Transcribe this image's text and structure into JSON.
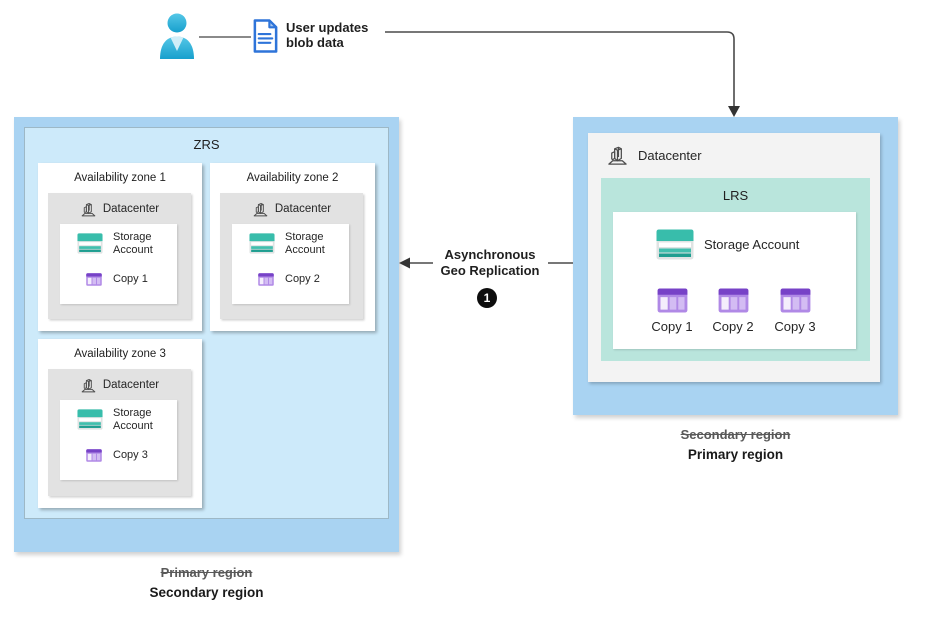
{
  "top_flow": {
    "user_icon": "person-icon",
    "doc_icon": "document-icon",
    "label_line1": "User updates",
    "label_line2": "blob data"
  },
  "left_region": {
    "group_label": "ZRS",
    "zones": [
      {
        "title": "Availability zone 1",
        "datacenter_label": "Datacenter",
        "storage_line1": "Storage",
        "storage_line2": "Account",
        "copy_label": "Copy 1"
      },
      {
        "title": "Availability zone 2",
        "datacenter_label": "Datacenter",
        "storage_line1": "Storage",
        "storage_line2": "Account",
        "copy_label": "Copy 2"
      },
      {
        "title": "Availability zone 3",
        "datacenter_label": "Datacenter",
        "storage_line1": "Storage",
        "storage_line2": "Account",
        "copy_label": "Copy 3"
      }
    ],
    "strikethrough_label": "Primary region",
    "label": "Secondary region"
  },
  "right_region": {
    "datacenter_label": "Datacenter",
    "group_label": "LRS",
    "storage_label": "Storage Account",
    "copies": [
      "Copy 1",
      "Copy 2",
      "Copy 3"
    ],
    "strikethrough_label": "Secondary region",
    "label": "Primary region"
  },
  "replication": {
    "label_line1": "Asynchronous",
    "label_line2": "Geo Replication",
    "step_number": "1"
  },
  "colors": {
    "region_blue": "#a9d3f2",
    "zrs_inner_blue": "#cdeafa",
    "lrs_teal": "#b9e5dc",
    "datacenter_gray": "#e2e2e2",
    "datacenter_light_gray": "#f3f3f3",
    "storage_teal": "#38bdab",
    "copy_purple": "#7742c7",
    "person_cyan": "#35b7dc",
    "document_blue": "#2e74d9",
    "arrow_gray": "#4a4a4a",
    "badge_black": "#0d0d0d"
  }
}
